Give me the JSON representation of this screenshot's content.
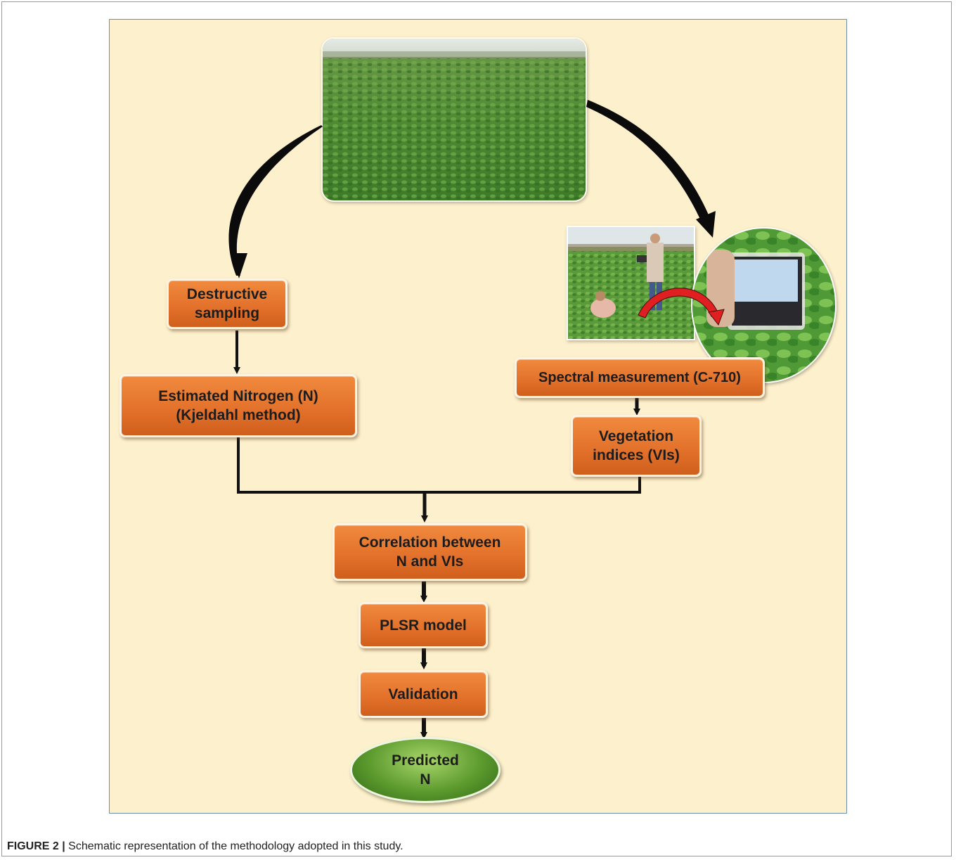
{
  "figure": {
    "caption_label": "FIGURE 2 |",
    "caption_text": " Schematic representation of the methodology adopted in this study."
  },
  "nodes": {
    "destructive_sampling": "Destructive\nsampling",
    "estimated_nitrogen": "Estimated Nitrogen (N)\n(Kjeldahl method)",
    "spectral_measurement": "Spectral measurement (C-710)",
    "vegetation_indices": "Vegetation\nindices (VIs)",
    "correlation": "Correlation between\nN and VIs",
    "plsr_model": "PLSR model",
    "validation": "Validation",
    "predicted_n": "Predicted\nN"
  },
  "colors": {
    "box_fill": "#e5742c",
    "oval_fill": "#5c9a2e",
    "background": "#fdf0cc",
    "connector": "#111111",
    "curved_arrow": "#e02020"
  },
  "images": [
    {
      "name": "crop-field-photo",
      "content": "green crop field"
    },
    {
      "name": "field-workers-photo",
      "content": "two people in a green field"
    },
    {
      "name": "spectroradiometer-photo",
      "content": "handheld spectral sensor over leaves"
    }
  ]
}
